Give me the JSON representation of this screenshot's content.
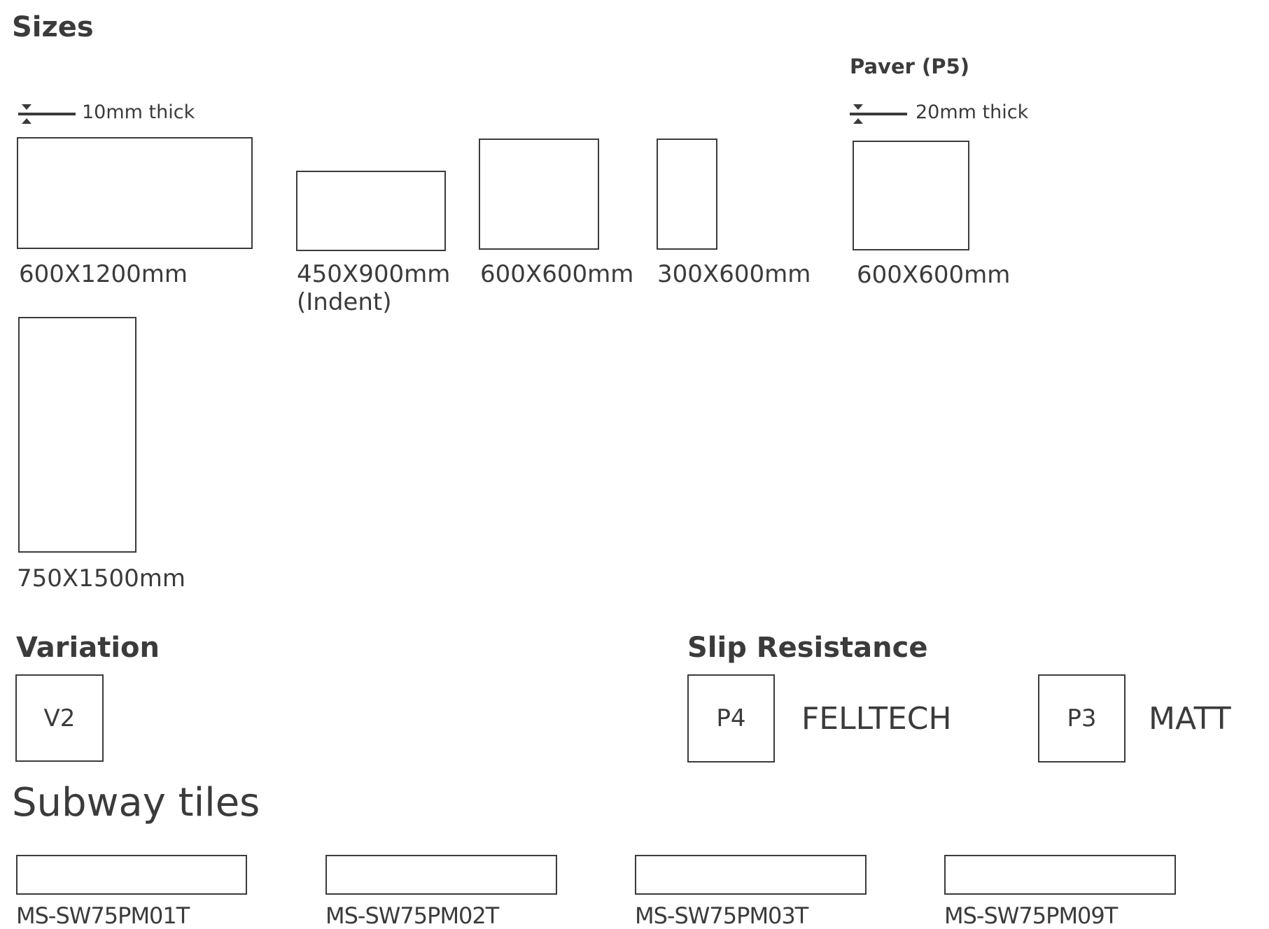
{
  "sizes": {
    "title": "Sizes",
    "paver_title": "Paver (P5)",
    "thickness_standard": "10mm thick",
    "thickness_paver": "20mm thick",
    "items": [
      {
        "label": "600X1200mm"
      },
      {
        "label": "450X900mm",
        "note": "(Indent)"
      },
      {
        "label": "600X600mm"
      },
      {
        "label": "300X600mm"
      },
      {
        "label": "600X600mm"
      },
      {
        "label": "750X1500mm"
      }
    ]
  },
  "variation": {
    "title": "Variation",
    "code": "V2"
  },
  "slip_resistance": {
    "title": "Slip Resistance",
    "items": [
      {
        "code": "P4",
        "label": "FELLTECH"
      },
      {
        "code": "P3",
        "label": "MATT"
      }
    ]
  },
  "subway": {
    "title": "Subway tiles",
    "items": [
      "MS-SW75PM01T",
      "MS-SW75PM02T",
      "MS-SW75PM03T",
      "MS-SW75PM09T"
    ]
  }
}
